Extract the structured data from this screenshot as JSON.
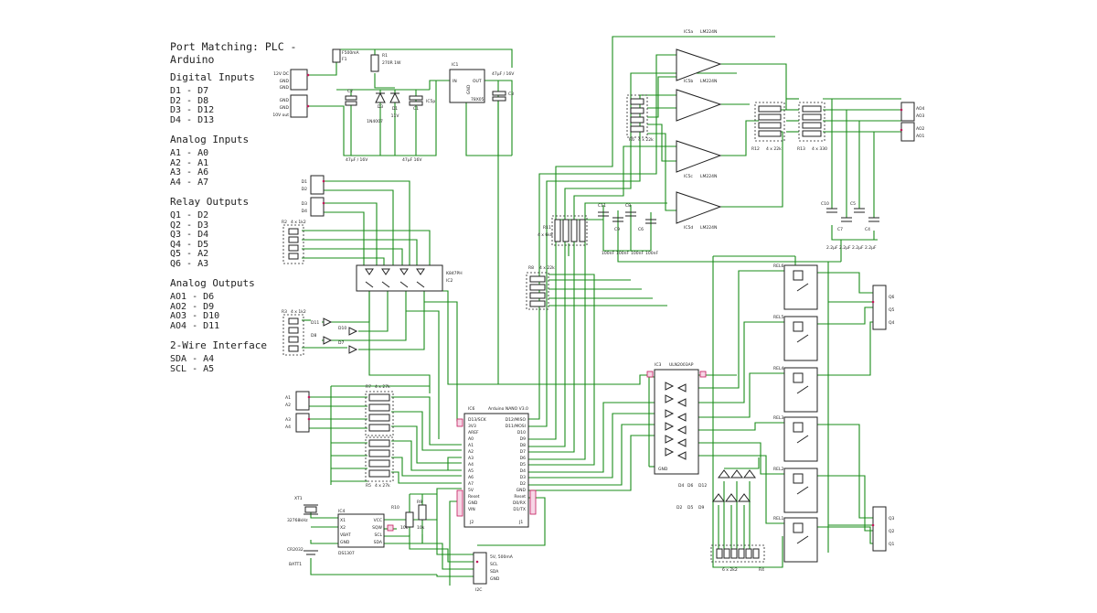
{
  "notes": {
    "title": "Port Matching: PLC - Arduino",
    "sections": [
      {
        "heading": "Digital Inputs",
        "lines": [
          "D1 - D7",
          "D2 - D8",
          "D3 - D12",
          "D4 - D13"
        ]
      },
      {
        "heading": "Analog Inputs",
        "lines": [
          "A1 - A0",
          "A2 - A1",
          "A3 - A6",
          "A4 - A7"
        ]
      },
      {
        "heading": "Relay Outputs",
        "lines": [
          "Q1 - D2",
          "Q2 - D3",
          "Q3 - D4",
          "Q4 - D5",
          "Q5 - A2",
          "Q6 - A3"
        ]
      },
      {
        "heading": "Analog Outputs",
        "lines": [
          "AO1 - D6",
          "AO2 - D9",
          "AO3 - D10",
          "AO4 - D11"
        ]
      },
      {
        "heading": "2-Wire Interface",
        "lines": [
          "SDA - A4",
          "SCL - A5"
        ]
      }
    ]
  },
  "schematic": {
    "power_connector_pins": [
      "12V DC",
      "GND",
      "GND",
      "GND",
      "GND",
      "10V out"
    ],
    "fuse": {
      "ref": "F1",
      "value": "F500mA"
    },
    "r1": {
      "ref": "R1",
      "value": "270R 1W"
    },
    "c2": {
      "ref": "C2",
      "value": "47µF / 16V"
    },
    "d3": {
      "ref": "D3",
      "value": "1N4007"
    },
    "d1": {
      "ref": "D1",
      "value": "11V"
    },
    "c1": {
      "ref": "C1",
      "value": "47µF 16V"
    },
    "ic5p": "IC5p",
    "ic1": {
      "ref": "IC1",
      "value": "78X05",
      "pins": [
        "IN",
        "OUT",
        "GND"
      ]
    },
    "c3": {
      "ref": "C3",
      "value": "47µF / 16V"
    },
    "din_labels": [
      "D1",
      "D2",
      "D3",
      "D4"
    ],
    "r2": {
      "ref": "R2",
      "value": "4 x 1k2"
    },
    "ic2": {
      "ref": "IC2",
      "value": "K847PH"
    },
    "r3": {
      "ref": "R3",
      "value": "4 x 1k2"
    },
    "leds_left": [
      "D11",
      "D10",
      "D8",
      "D7"
    ],
    "ain_labels": [
      "A1",
      "A2",
      "A3",
      "A4"
    ],
    "r7": {
      "ref": "R7",
      "value": "4 x 27k"
    },
    "r5": {
      "ref": "R5",
      "value": "4 x 27k"
    },
    "xt1": {
      "ref": "XT1",
      "value": "32768kHz"
    },
    "batt": {
      "ref": "BATT1",
      "value": "CR2032"
    },
    "ic4": {
      "ref": "IC4",
      "value": "DS1307",
      "pins_left": [
        "X1",
        "X2",
        "VBAT",
        "GND"
      ],
      "pins_right": [
        "VCC",
        "SQW",
        "SCL",
        "SDA"
      ]
    },
    "r10": {
      "ref": "R10",
      "value": "10k"
    },
    "r9": {
      "ref": "R9",
      "value": "10k"
    },
    "i2c": {
      "ref": "I2C",
      "pins": [
        "5V, 500mA",
        "SCL",
        "SDA",
        "GND"
      ]
    },
    "nano": {
      "ref": "IC6",
      "name": "Arduino NANO V3.0",
      "pins_left": [
        "D13/SCK",
        "3V3",
        "AREF",
        "A0",
        "A1",
        "A2",
        "A3",
        "A4",
        "A5",
        "A6",
        "A7",
        "5V",
        "Reset",
        "GND",
        "VIN"
      ],
      "pins_right": [
        "D12/MISO",
        "D11/MOSI",
        "D10",
        "D9",
        "D8",
        "D7",
        "D6",
        "D5",
        "D4",
        "D3",
        "D2",
        "GND",
        "Reset",
        "D0/RX",
        "D1/TX"
      ],
      "header_left": "J2",
      "header_right": "J1"
    },
    "r11": {
      "ref": "R11",
      "value": "4 x 6k8"
    },
    "r8": {
      "ref": "R8",
      "value": "4 x 22k"
    },
    "r6": {
      "ref": "R6",
      "value": "4 x 22k"
    },
    "caps_100n": [
      {
        "ref": "C11",
        "value": "100nF"
      },
      {
        "ref": "C9",
        "value": "100nF"
      },
      {
        "ref": "C8",
        "value": "100nF"
      },
      {
        "ref": "C6",
        "value": "100nF"
      }
    ],
    "opamps": [
      {
        "ref": "IC5a",
        "value": "LM224N"
      },
      {
        "ref": "IC5b",
        "value": "LM224N"
      },
      {
        "ref": "IC5c",
        "value": "LM224N"
      },
      {
        "ref": "IC5d",
        "value": "LM224N"
      }
    ],
    "r12": {
      "ref": "R12",
      "value": "4 x 22k"
    },
    "r13": {
      "ref": "R13",
      "value": "4 x 330"
    },
    "caps_2u2": [
      {
        "ref": "C10",
        "value": "2.2µF"
      },
      {
        "ref": "C7",
        "value": "2.2µF"
      },
      {
        "ref": "C5",
        "value": "2.2µF"
      },
      {
        "ref": "C4",
        "value": "2.2µF"
      }
    ],
    "ao_labels": [
      "AO4",
      "AO3",
      "AO2",
      "AO1"
    ],
    "ic3": {
      "ref": "IC3",
      "value": "ULN2003AP",
      "gnd": "GND"
    },
    "relays": [
      "REL6",
      "REL5",
      "REL4",
      "REL3",
      "REL2",
      "REL1"
    ],
    "qout_top": [
      "Q6",
      "Q5",
      "Q4"
    ],
    "qout_bottom": [
      "Q3",
      "Q2",
      "Q1"
    ],
    "led_row_top": [
      "D4",
      "D6",
      "D12"
    ],
    "led_row_bottom": [
      "D2",
      "D5",
      "D9"
    ],
    "r4": {
      "ref": "R4",
      "value": "6 x 2k2"
    }
  }
}
